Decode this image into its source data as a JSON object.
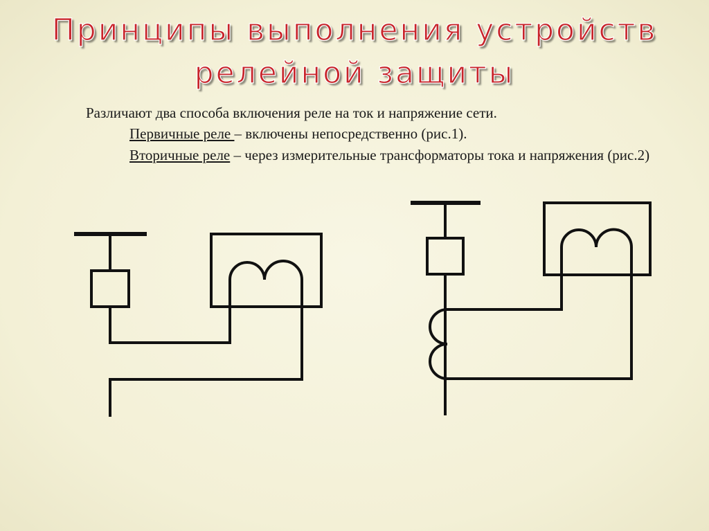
{
  "title": {
    "line1": "Принципы выполнения устройств",
    "line2": "релейной защиты"
  },
  "paragraphs": {
    "p1": "Различают два способа включения реле на ток и напряжение сети.",
    "p2_term": "Первичные реле ",
    "p2_rest": "– включены непосредственно (рис.1).",
    "p3_term": "Вторичные реле",
    "p3_rest": " – через измерительные трансформаторы тока и напряжения (рис.2)"
  },
  "colors": {
    "background": "#f6f3dd",
    "title": "#c8242a",
    "lines": "#111111"
  }
}
